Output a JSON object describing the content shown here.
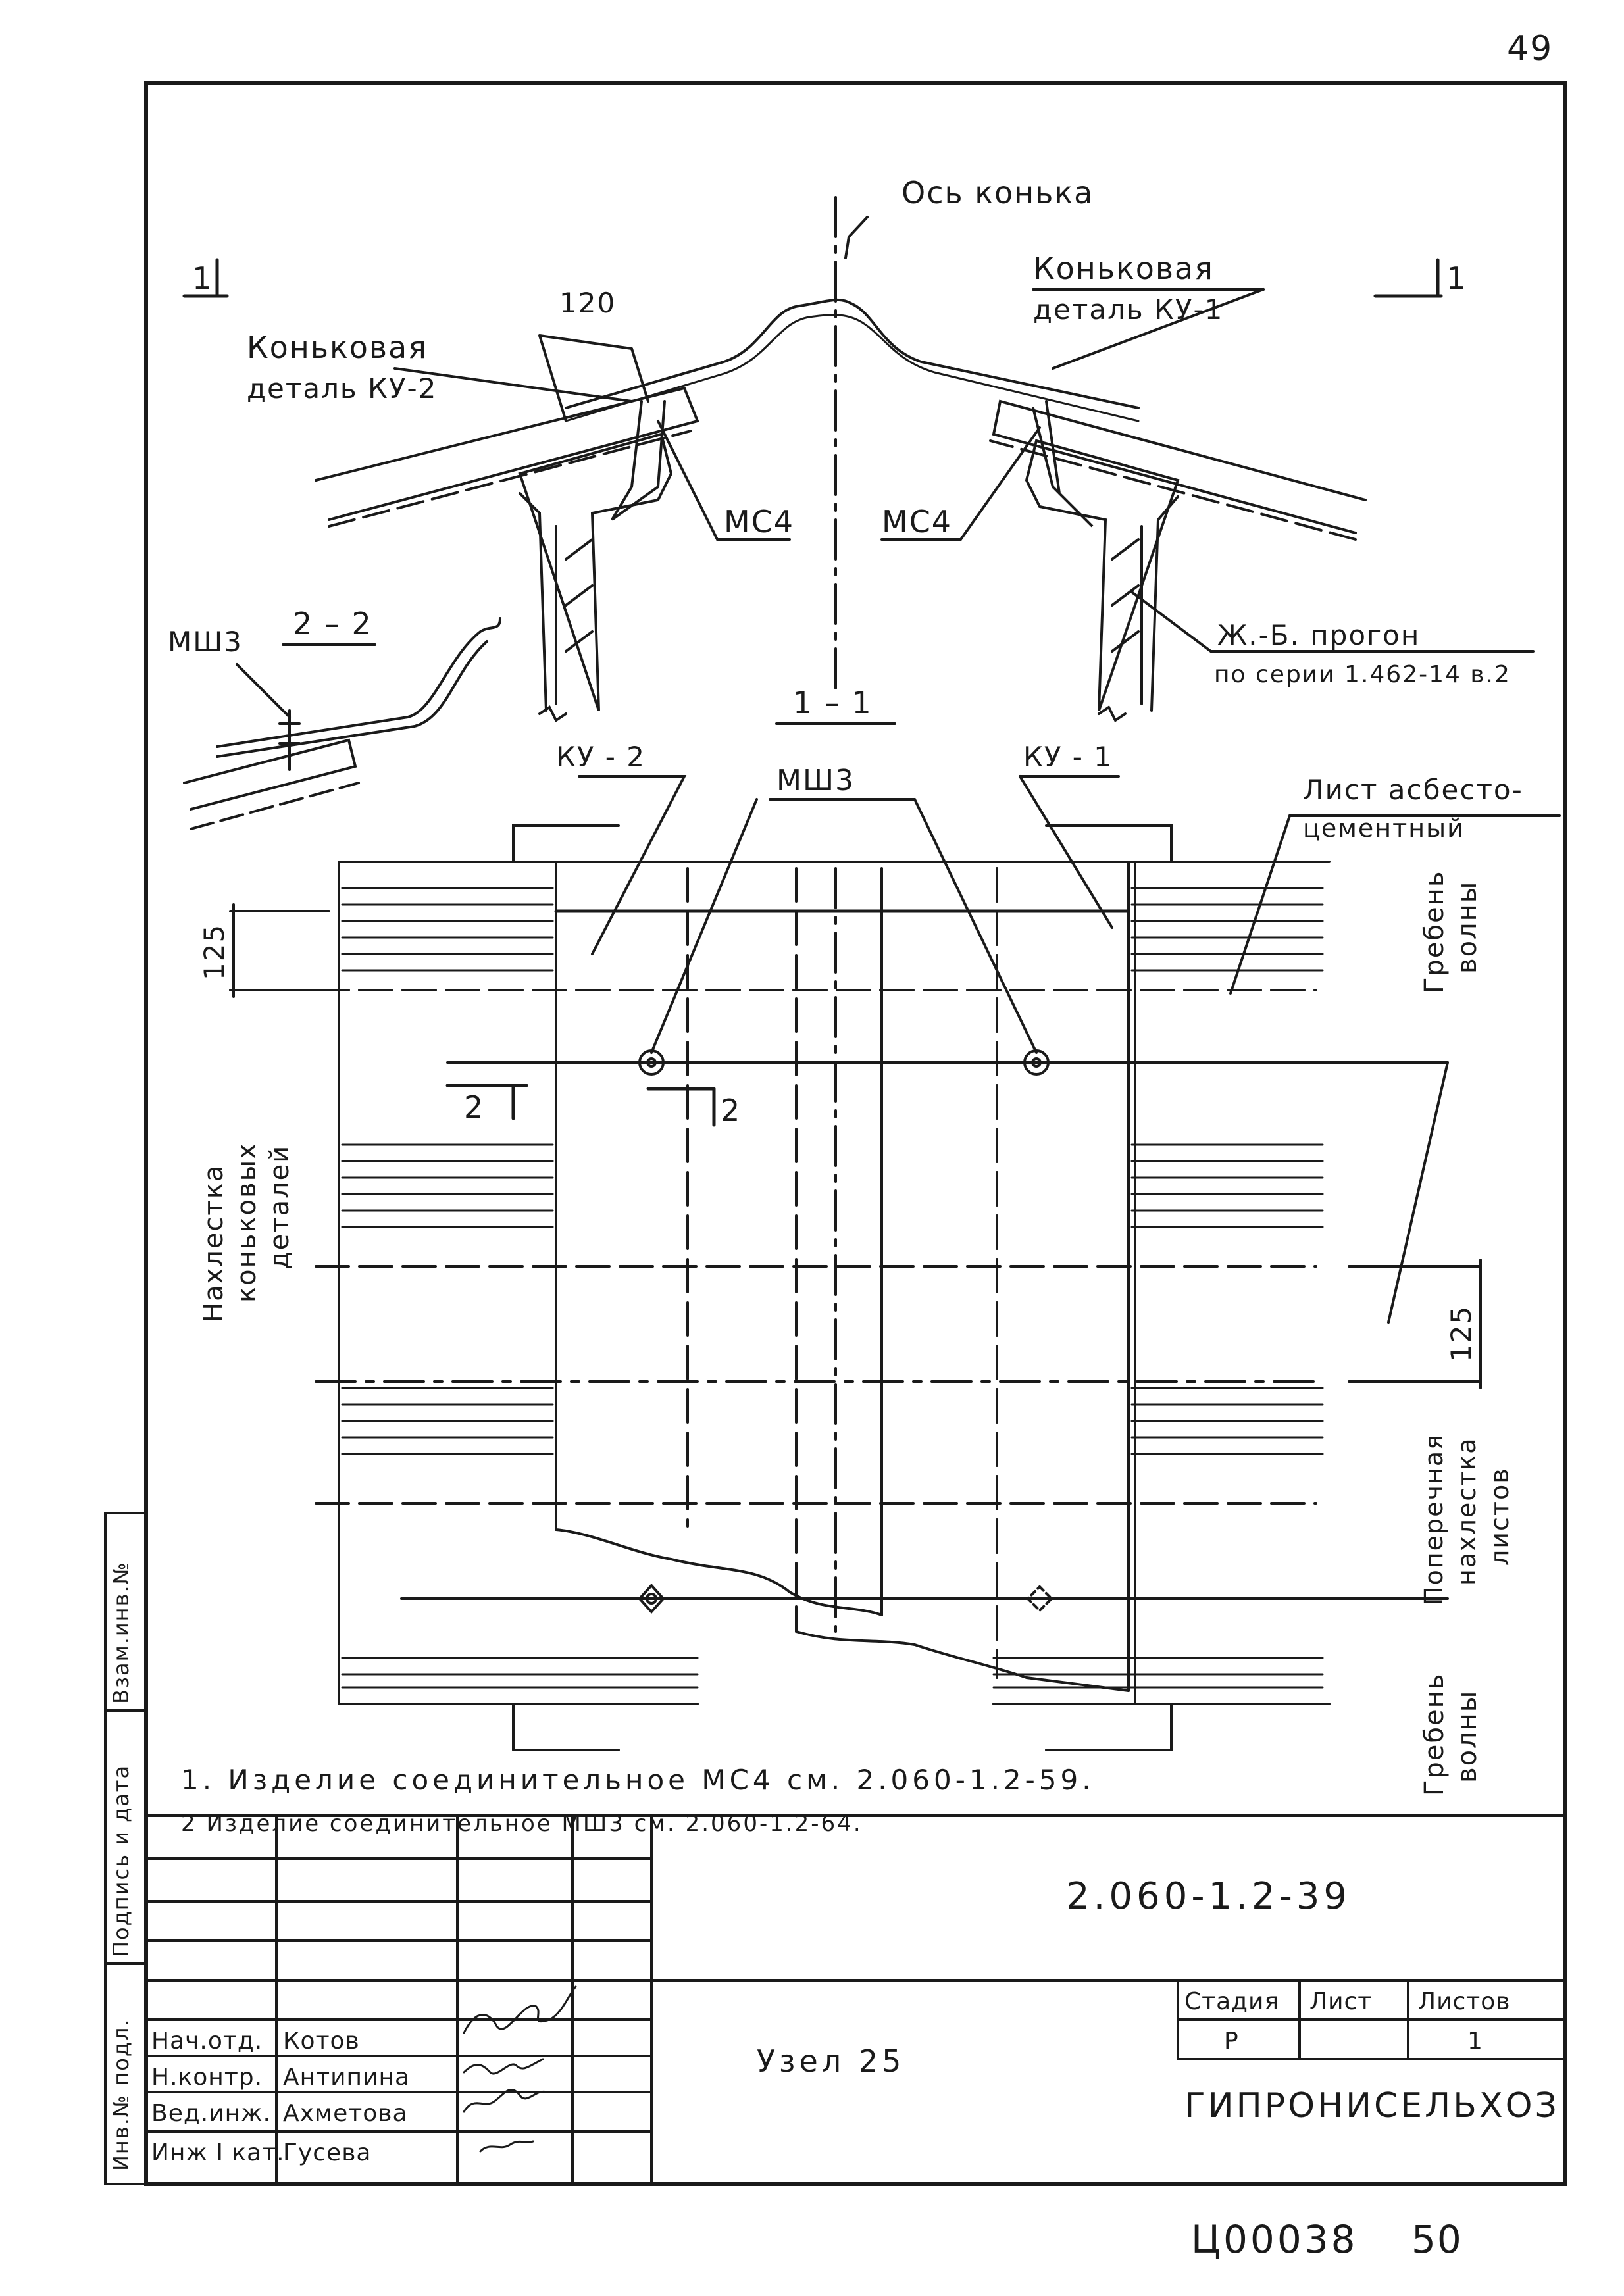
{
  "page": {
    "top_page_number": "49",
    "bottom_code": "Ц00038",
    "bottom_page_number": "50"
  },
  "labels": {
    "axis": "Ось конька",
    "ridge_ku1": [
      "Коньковая",
      "деталь КУ-1"
    ],
    "ridge_ku2": [
      "Коньковая",
      "деталь КУ-2"
    ],
    "section_mark_1": "1",
    "dim_120": "120",
    "ms4_left": "МС4",
    "ms4_right": "МС4",
    "purlin": [
      "Ж.-Б. прогон",
      "по серии 1.462-14 в.2"
    ],
    "section_2_2": "2 – 2",
    "msh3_small": "МШ3",
    "section_1_1": "1 – 1",
    "ku2_plan": "КУ - 2",
    "ku1_plan": "КУ - 1",
    "msh3_plan": "МШ3",
    "sheet": [
      "Лист асбесто-",
      "цементный"
    ],
    "dim_125_top": "125",
    "dim_125_right": "125",
    "overlap_ridge": [
      "Нахлестка",
      "коньковых",
      "деталей"
    ],
    "wave_crest_top": [
      "Гребень",
      "волны"
    ],
    "cross_overlap": [
      "Поперечная",
      "нахлестка",
      "листов"
    ],
    "wave_crest_bottom": [
      "Гребень",
      "волны"
    ],
    "cut_mark_2": "2"
  },
  "notes": [
    "1. Изделие соединительное МС4 см. 2.060-1.2-59.",
    "2  Изделие соединительное  МШ3 см. 2.060-1.2-64."
  ],
  "stamp": {
    "side_labels": [
      "Инв.№ подл.",
      "Подпись и дата",
      "Взам.инв.№"
    ],
    "designation": "2.060-1.2-39",
    "title": "Узел 25",
    "organization": "ГИПРОНИСЕЛЬХОЗ",
    "stage_header": "Стадия",
    "sheet_header": "Лист",
    "sheets_header": "Листов",
    "stage": "Р",
    "sheets": "1",
    "staff": [
      {
        "role": "Нач.отд.",
        "name": "Котов"
      },
      {
        "role": "Н.контр.",
        "name": "Антипина"
      },
      {
        "role": "Вед.инж.",
        "name": "Ахметова"
      },
      {
        "role": "Инж I кат.",
        "name": "Гусева"
      }
    ]
  }
}
